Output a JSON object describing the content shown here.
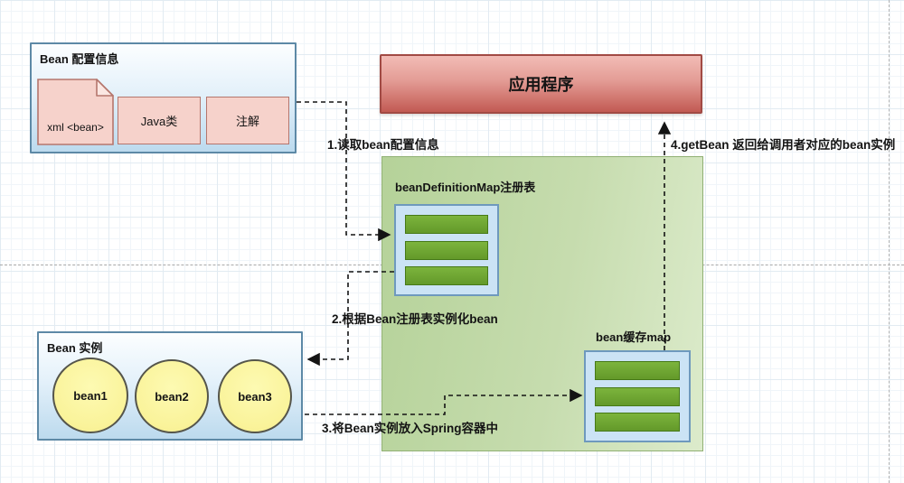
{
  "diagram": {
    "title_hint": "Spring IoC bean lifecycle diagram",
    "config_box": {
      "title": "Bean 配置信息",
      "doc_label": "xml <bean>",
      "java_label": "Java类",
      "annotation_label": "注解"
    },
    "application": {
      "label": "应用程序"
    },
    "container": {
      "registry": {
        "title": "beanDefinitionMap注册表",
        "rows": 3
      },
      "cache": {
        "title": "bean缓存map",
        "rows": 3
      }
    },
    "instances": {
      "title": "Bean 实例",
      "beans": [
        "bean1",
        "bean2",
        "bean3"
      ]
    },
    "steps": [
      {
        "label": "1.读取bean配置信息"
      },
      {
        "label": "2.根据Bean注册表实例化bean"
      },
      {
        "label": "3.将Bean实例放入Spring容器中"
      },
      {
        "label": "4.getBean 返回给调用者对应的bean实例"
      }
    ],
    "colors": {
      "blue_box_border": "#5d89a6",
      "blue_box_fill_bottom": "#bcdaee",
      "pink_fill": "#f6d2cb",
      "pink_border": "#b5766d",
      "app_fill_top": "#f2bcb6",
      "app_fill_bottom": "#c25a53",
      "app_border": "#a14a44",
      "container_fill_left": "#b5d299",
      "container_fill_right": "#dcebcb",
      "map_box_fill": "#cbe3f5",
      "map_box_border": "#6e99bd",
      "bar_fill": "#6fa72f",
      "bar_border": "#467917",
      "bean_fill": "#faf39a",
      "bean_border": "#55554b",
      "arrow_color": "#141414",
      "guide_color": "#a9a9a9"
    }
  }
}
